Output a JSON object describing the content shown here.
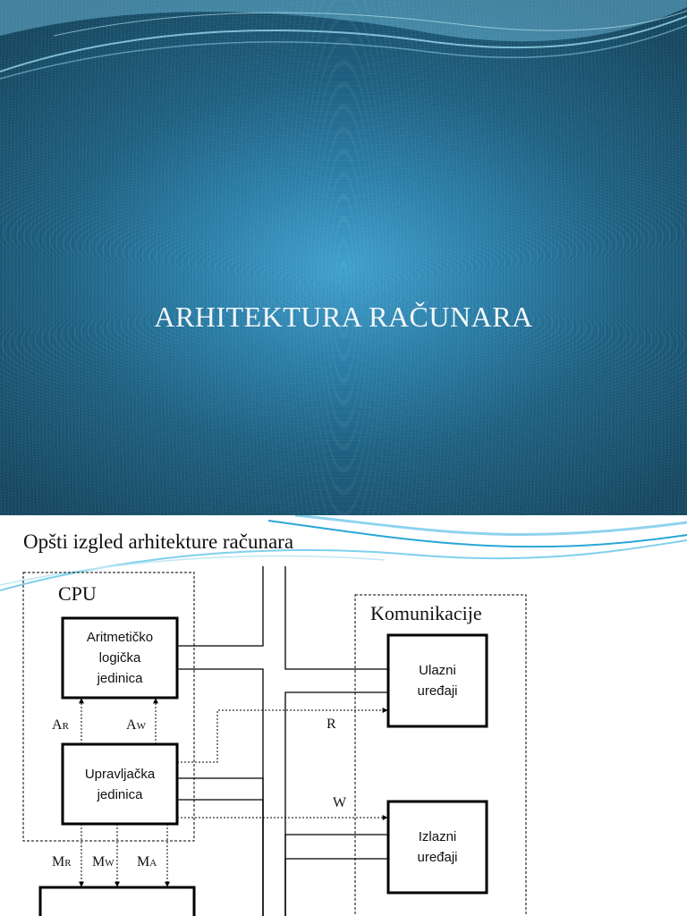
{
  "slide_title": {
    "title": "ARHITEKTURA RAČUNARA",
    "colors": {
      "center": "#3f9fcc",
      "edge": "#14465f",
      "swoosh": "#7fd6f2"
    }
  },
  "slide_diagram": {
    "heading": "Opšti izgled arhitekture računara",
    "cpu_group_label": "CPU",
    "comm_group_label": "Komunikacije",
    "blocks": {
      "alu": "Aritmetičko\nlogička\njedinica",
      "control_unit": "Upravljačka\njedinica",
      "input_devices": "Ulazni\nuređaji",
      "output_devices": "Izlazni\nuređaji",
      "memory": ""
    },
    "signals": {
      "ar": {
        "main": "A",
        "sub": "R"
      },
      "aw": {
        "main": "A",
        "sub": "W"
      },
      "r": "R",
      "w": "W",
      "mr": {
        "main": "M",
        "sub": "R"
      },
      "mw": {
        "main": "M",
        "sub": "W"
      },
      "ma": {
        "main": "M",
        "sub": "A"
      }
    },
    "colors": {
      "line": "#000000",
      "swoosh": "#2aa6d6"
    }
  }
}
